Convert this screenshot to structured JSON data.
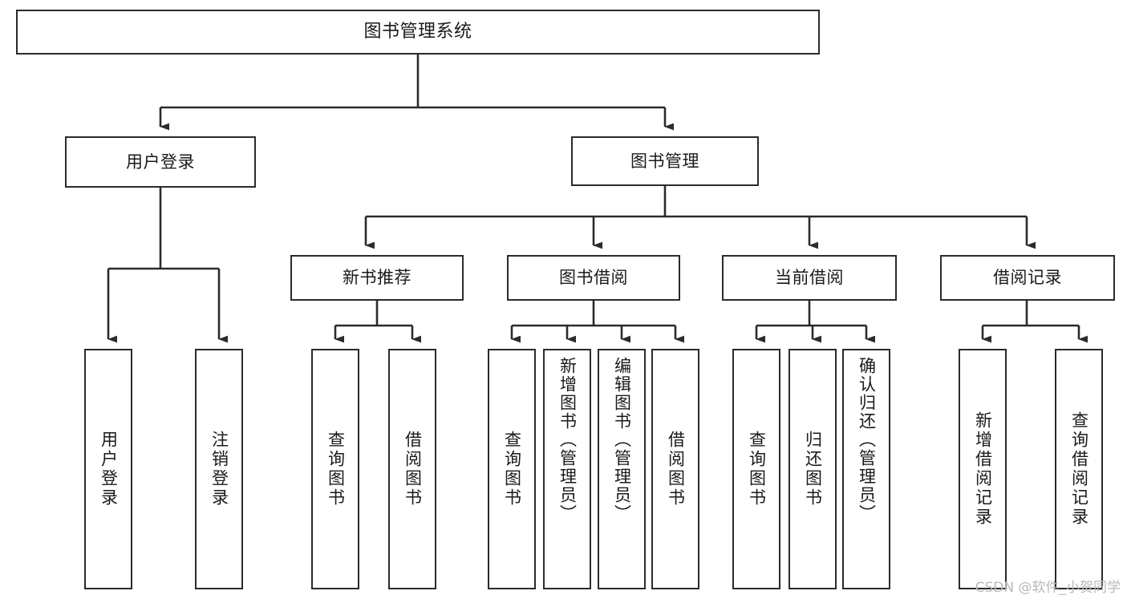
{
  "diagram": {
    "type": "tree-hierarchy",
    "title": "图书管理系统",
    "orientation": "top-down",
    "colors": {
      "background": "#ffffff",
      "box_border": "#2b2b2b",
      "box_fill": "#ffffff",
      "connector": "#2b2b2b",
      "text": "#1a1a1a",
      "watermark": "#b9b9b9"
    },
    "root": {
      "id": "root",
      "label": "图书管理系统"
    },
    "level1": [
      {
        "id": "user-login",
        "label": "用户登录"
      },
      {
        "id": "book-management",
        "label": "图书管理"
      }
    ],
    "level2": [
      {
        "id": "new-book-recommend",
        "label": "新书推荐",
        "parent": "book-management"
      },
      {
        "id": "book-borrow",
        "label": "图书借阅",
        "parent": "book-management"
      },
      {
        "id": "current-borrow",
        "label": "当前借阅",
        "parent": "book-management"
      },
      {
        "id": "borrow-record",
        "label": "借阅记录",
        "parent": "book-management"
      }
    ],
    "leaves": [
      {
        "id": "leaf-user-login",
        "label": "用户登录",
        "parent": "user-login"
      },
      {
        "id": "leaf-user-logout",
        "label": "注销登录",
        "parent": "user-login"
      },
      {
        "id": "leaf-query-book-1",
        "label": "查询图书",
        "parent": "new-book-recommend"
      },
      {
        "id": "leaf-borrow-book-1",
        "label": "借阅图书",
        "parent": "new-book-recommend"
      },
      {
        "id": "leaf-query-book-2",
        "label": "查询图书",
        "parent": "book-borrow"
      },
      {
        "id": "leaf-add-book",
        "label": "新增图书（管理员）",
        "parent": "book-borrow"
      },
      {
        "id": "leaf-edit-book",
        "label": "编辑图书（管理员）",
        "parent": "book-borrow"
      },
      {
        "id": "leaf-borrow-book-2",
        "label": "借阅图书",
        "parent": "book-borrow"
      },
      {
        "id": "leaf-query-book-3",
        "label": "查询图书",
        "parent": "current-borrow"
      },
      {
        "id": "leaf-return-book",
        "label": "归还图书",
        "parent": "current-borrow"
      },
      {
        "id": "leaf-confirm-return",
        "label": "确认归还（管理员）",
        "parent": "current-borrow"
      },
      {
        "id": "leaf-add-record",
        "label": "新增借阅记录",
        "parent": "borrow-record"
      },
      {
        "id": "leaf-query-record",
        "label": "查询借阅记录",
        "parent": "borrow-record"
      }
    ]
  },
  "watermark": {
    "text": "CSDN @软件_小贺同学"
  }
}
